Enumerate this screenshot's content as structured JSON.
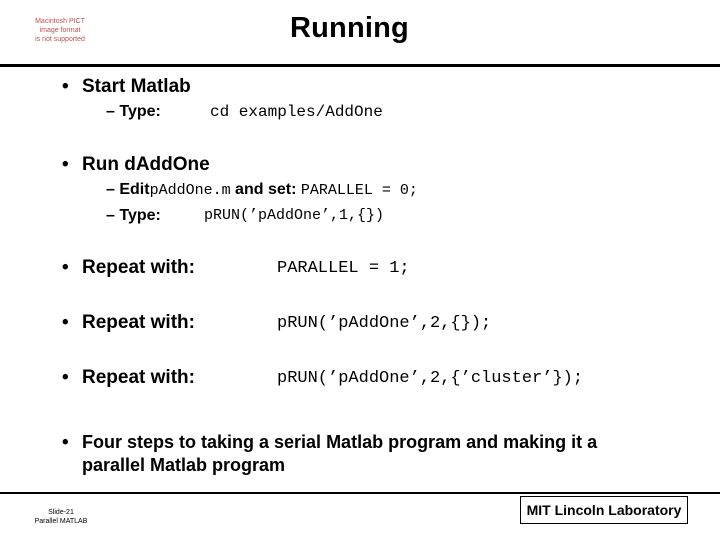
{
  "header": {
    "pict_notice": [
      "Macintosh PICT",
      "image format",
      "is not supported"
    ],
    "title": "Running"
  },
  "bullets": {
    "b1": {
      "marker": "•",
      "text": "Start Matlab"
    },
    "b1_sub1": {
      "dash": "–",
      "label": "Type:",
      "code": "cd examples/AddOne"
    },
    "b2": {
      "marker": "•",
      "text": "Run dAddOne"
    },
    "b2_sub1": {
      "dash": "–",
      "label_a": "Edit",
      "code_a": "pAddOne.m",
      "label_b": "and set:",
      "code_b": "PARALLEL = 0;"
    },
    "b2_sub2": {
      "dash": "–",
      "label": "Type:",
      "code": "pRUN(’pAddOne’,1,{})"
    },
    "b3": {
      "marker": "•",
      "text": "Repeat with:",
      "code": "PARALLEL = 1;"
    },
    "b4": {
      "marker": "•",
      "text": "Repeat with:",
      "code": "pRUN(’pAddOne’,2,{});"
    },
    "b5": {
      "marker": "•",
      "text": "Repeat with:",
      "code": "pRUN(’pAddOne’,2,{’cluster’});"
    },
    "b6": {
      "marker": "•",
      "line1": "Four steps to taking a serial Matlab program and making it a",
      "line2": "parallel Matlab program"
    }
  },
  "footer": {
    "slide_label": "Slide-21",
    "deck_label": "Parallel MATLAB",
    "lab_name": "MIT Lincoln Laboratory"
  },
  "colors": {
    "pict_notice": "#c0504d",
    "rule": "#000000"
  }
}
